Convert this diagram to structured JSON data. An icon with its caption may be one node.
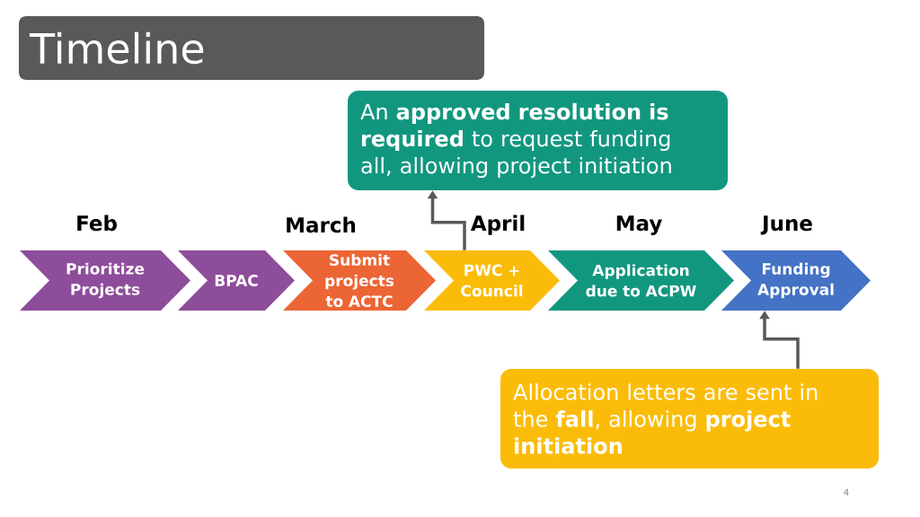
{
  "diagram": {
    "title": "Timeline",
    "nodes": [
      {
        "text": [
          "An **approved resolution is required** to request funding all, allowing project initiation"
        ]
      },
      {
        "text": [
          "Prioritize Projects"
        ]
      },
      {
        "text": [
          "BPAC"
        ]
      },
      {
        "text": [
          "Submit projects to ACTC"
        ]
      },
      {
        "text": [
          "PWC + Council"
        ]
      },
      {
        "text": [
          "Application due to ACPW"
        ]
      },
      {
        "text": [
          "Funding Approval"
        ]
      },
      {
        "text": [
          "Allocation letters are sent in the **fall**, allowing **project initiation**"
        ]
      }
    ],
    "edges": [
      {
        "from": 4,
        "to": 0,
        "arrow": "to"
      },
      {
        "from": 7,
        "to": 6,
        "arrow": "to"
      }
    ],
    "labels": [
      "Feb",
      "March",
      "April",
      "May",
      "June",
      "4"
    ]
  }
}
